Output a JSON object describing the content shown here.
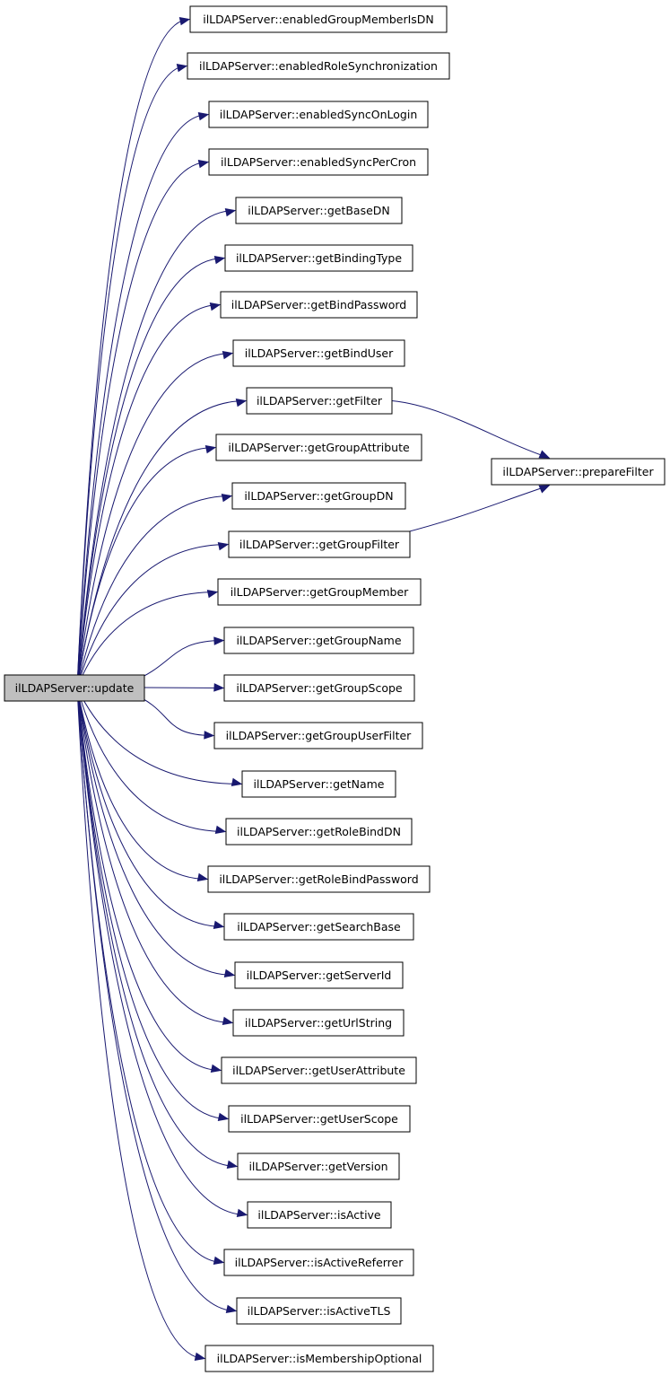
{
  "root": {
    "id": "update",
    "label": "ilLDAPServer::update"
  },
  "callees": [
    {
      "id": "enabledGroupMemberIsDN",
      "label": "ilLDAPServer::enabledGroupMemberIsDN"
    },
    {
      "id": "enabledRoleSynchronization",
      "label": "ilLDAPServer::enabledRoleSynchronization"
    },
    {
      "id": "enabledSyncOnLogin",
      "label": "ilLDAPServer::enabledSyncOnLogin"
    },
    {
      "id": "enabledSyncPerCron",
      "label": "ilLDAPServer::enabledSyncPerCron"
    },
    {
      "id": "getBaseDN",
      "label": "ilLDAPServer::getBaseDN"
    },
    {
      "id": "getBindingType",
      "label": "ilLDAPServer::getBindingType"
    },
    {
      "id": "getBindPassword",
      "label": "ilLDAPServer::getBindPassword"
    },
    {
      "id": "getBindUser",
      "label": "ilLDAPServer::getBindUser"
    },
    {
      "id": "getFilter",
      "label": "ilLDAPServer::getFilter"
    },
    {
      "id": "getGroupAttribute",
      "label": "ilLDAPServer::getGroupAttribute"
    },
    {
      "id": "getGroupDN",
      "label": "ilLDAPServer::getGroupDN"
    },
    {
      "id": "getGroupFilter",
      "label": "ilLDAPServer::getGroupFilter"
    },
    {
      "id": "getGroupMember",
      "label": "ilLDAPServer::getGroupMember"
    },
    {
      "id": "getGroupName",
      "label": "ilLDAPServer::getGroupName"
    },
    {
      "id": "getGroupScope",
      "label": "ilLDAPServer::getGroupScope"
    },
    {
      "id": "getGroupUserFilter",
      "label": "ilLDAPServer::getGroupUserFilter"
    },
    {
      "id": "getName",
      "label": "ilLDAPServer::getName"
    },
    {
      "id": "getRoleBindDN",
      "label": "ilLDAPServer::getRoleBindDN"
    },
    {
      "id": "getRoleBindPassword",
      "label": "ilLDAPServer::getRoleBindPassword"
    },
    {
      "id": "getSearchBase",
      "label": "ilLDAPServer::getSearchBase"
    },
    {
      "id": "getServerId",
      "label": "ilLDAPServer::getServerId"
    },
    {
      "id": "getUrlString",
      "label": "ilLDAPServer::getUrlString"
    },
    {
      "id": "getUserAttribute",
      "label": "ilLDAPServer::getUserAttribute"
    },
    {
      "id": "getUserScope",
      "label": "ilLDAPServer::getUserScope"
    },
    {
      "id": "getVersion",
      "label": "ilLDAPServer::getVersion"
    },
    {
      "id": "isActive",
      "label": "ilLDAPServer::isActive"
    },
    {
      "id": "isActiveReferrer",
      "label": "ilLDAPServer::isActiveReferrer"
    },
    {
      "id": "isActiveTLS",
      "label": "ilLDAPServer::isActiveTLS"
    },
    {
      "id": "isMembershipOptional",
      "label": "ilLDAPServer::isMembershipOptional"
    }
  ],
  "secondary": {
    "id": "prepareFilter",
    "label": "ilLDAPServer::prepareFilter"
  },
  "secondary_edges": [
    {
      "from": "getFilter",
      "to": "prepareFilter"
    },
    {
      "from": "getGroupFilter",
      "to": "prepareFilter"
    }
  ],
  "colors": {
    "edge": "#191970",
    "root_fill": "#bfbfbf",
    "node_fill": "#ffffff",
    "border": "#000000"
  }
}
